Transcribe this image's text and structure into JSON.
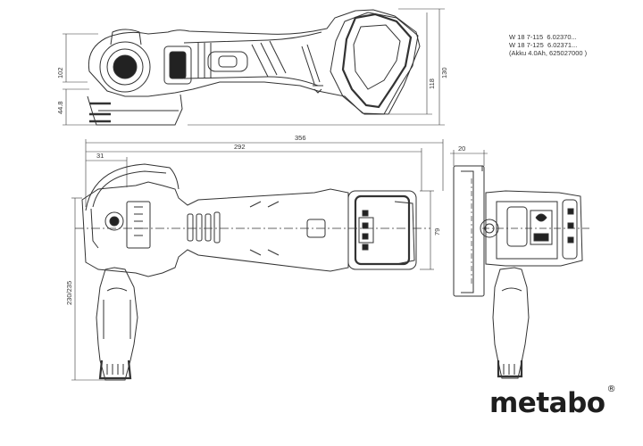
{
  "models": [
    {
      "name": "W 18 7-115",
      "code": "6.02370..."
    },
    {
      "name": "W 18 7-125",
      "code": "6.02371..."
    }
  ],
  "battery_note": "(Akku 4.0Ah, 625027000 )",
  "dimensions": {
    "side_height_total": "130",
    "side_height_body": "118",
    "side_height_head": "102",
    "side_height_spindle": "44.8",
    "length_total": "356",
    "length_head": "292",
    "offset_guard": "31",
    "width_battery": "79",
    "width_handle": "230/235",
    "depth_disc": "20"
  },
  "brand": "metabo",
  "brand_mark": "®",
  "colors": {
    "line": "#333333",
    "dark": "#222222",
    "background": "#ffffff"
  }
}
